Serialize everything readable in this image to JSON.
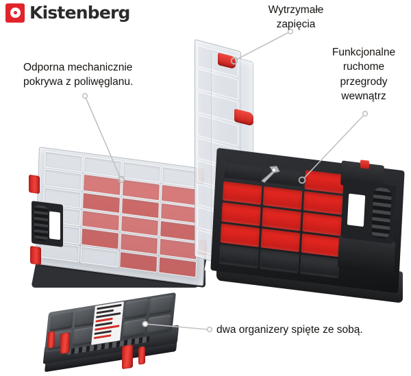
{
  "brand": {
    "name": "Kistenberg",
    "mark_icon": "kistenberg-logo-icon",
    "mark_color": "#e1232a",
    "text_color": "#2b2b2b"
  },
  "annotations": [
    {
      "id": "lid",
      "text": "Odporna mechanicznie\npokrywa z poliwęglanu.",
      "line1": "Odporna mechanicznie",
      "line2": "pokrywa z poliwęglanu.",
      "align": "left"
    },
    {
      "id": "clasps",
      "text": "Wytrzymałe\nzapięcia",
      "line1": "Wytrzymałe",
      "line2": "zapięcia",
      "align": "center"
    },
    {
      "id": "dividers",
      "text": "Funkcjonalne\nruchome\nprzegrody\nwewnątrz",
      "line1": "Funkcjonalne",
      "line2": "ruchome",
      "line3": "przegrody",
      "line4": "wewnątrz",
      "align": "center"
    },
    {
      "id": "stacked",
      "text": "dwa organizery spięte ze sobą.",
      "line1": "dwa organizery spięte ze sobą.",
      "align": "left"
    }
  ],
  "leader_lines": {
    "color": "#bfbfbf",
    "marker": "open-circle"
  },
  "products": {
    "left_organizer": {
      "name": "closed-organizer-transparent-lid",
      "lid_color": "#d3d8de",
      "bin_color": "#d32d28",
      "body_color": "#26282b",
      "clasp_color": "#e1322c"
    },
    "upright_lid": {
      "name": "upright-transparent-lid",
      "clasp_color": "#ef3b33"
    },
    "right_organizer": {
      "name": "open-organizer-with-red-bins",
      "tray_color": "#1d1e21",
      "bin_color": "#ef2a23"
    },
    "stacked_pair": {
      "name": "two-organizers-clipped-together",
      "body_color": "#4b4e53",
      "clasp_color": "#d32c25"
    }
  }
}
